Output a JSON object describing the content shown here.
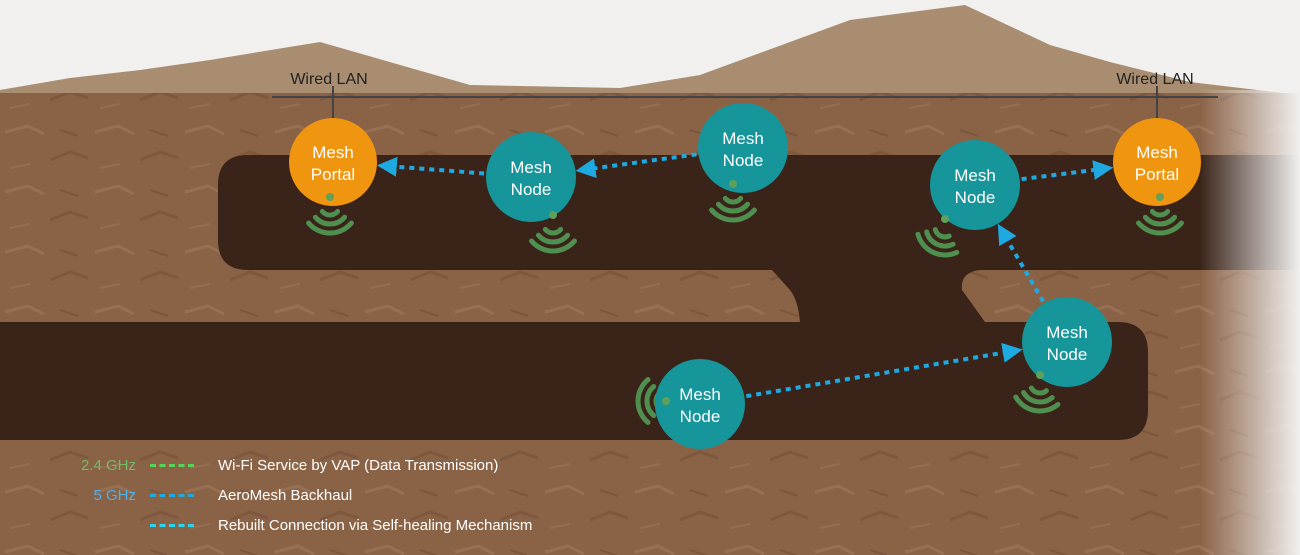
{
  "colors": {
    "sky": "#f1f0ef",
    "mountain": "#a98d70",
    "rock": "#8a6246",
    "tunnel": "#3a2419",
    "portal": "#f0950f",
    "node": "#16959a",
    "backhaul": "#1fa9e1",
    "wifi": "#4f8f4f",
    "wifi_legend": "#56d45a",
    "freq_24": "#74b968",
    "freq_5": "#4db0e8",
    "rebuilt": "#25d4f0",
    "cable": "#444444"
  },
  "wired_lan": {
    "left_label": "Wired LAN",
    "right_label": "Wired LAN"
  },
  "devices": [
    {
      "id": "portal-left",
      "kind": "portal",
      "label_line1": "Mesh",
      "label_line2": "Portal"
    },
    {
      "id": "node-1",
      "kind": "node",
      "label_line1": "Mesh",
      "label_line2": "Node"
    },
    {
      "id": "node-2",
      "kind": "node",
      "label_line1": "Mesh",
      "label_line2": "Node"
    },
    {
      "id": "node-3",
      "kind": "node",
      "label_line1": "Mesh",
      "label_line2": "Node"
    },
    {
      "id": "portal-right",
      "kind": "portal",
      "label_line1": "Mesh",
      "label_line2": "Portal"
    },
    {
      "id": "node-4",
      "kind": "node",
      "label_line1": "Mesh",
      "label_line2": "Node"
    },
    {
      "id": "node-5",
      "kind": "node",
      "label_line1": "Mesh",
      "label_line2": "Node"
    }
  ],
  "links": [
    {
      "from": "node-1",
      "to": "portal-left",
      "type": "backhaul"
    },
    {
      "from": "node-2",
      "to": "node-1",
      "type": "backhaul"
    },
    {
      "from": "node-3",
      "to": "portal-right",
      "type": "backhaul"
    },
    {
      "from": "node-4",
      "to": "node-3",
      "type": "rebuilt"
    },
    {
      "from": "node-5",
      "to": "node-4",
      "type": "backhaul"
    }
  ],
  "legend": [
    {
      "freq": "2.4 GHz",
      "text": "Wi-Fi Service by VAP (Data Transmission)",
      "type": "wifi"
    },
    {
      "freq": "5 GHz",
      "text": "AeroMesh Backhaul",
      "type": "backhaul"
    },
    {
      "freq": "",
      "text": "Rebuilt Connection via Self-healing Mechanism",
      "type": "rebuilt"
    }
  ]
}
